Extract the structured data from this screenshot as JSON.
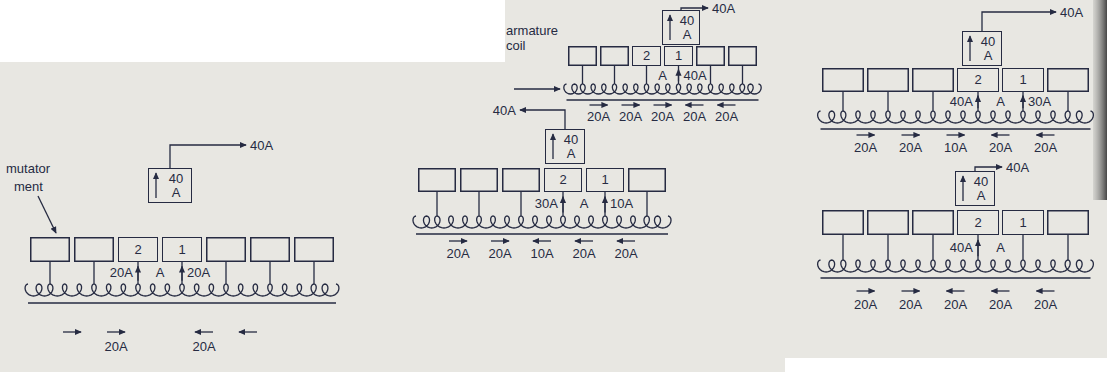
{
  "diagram": {
    "nodes": [
      {
        "text": [
          "40 A"
        ]
      },
      {
        "text": [
          "2"
        ]
      },
      {
        "text": [
          "1"
        ]
      },
      {
        "text": [
          "40 A"
        ]
      },
      {
        "text": [
          "2"
        ]
      },
      {
        "text": [
          "1"
        ]
      },
      {
        "text": [
          "40 A"
        ]
      },
      {
        "text": [
          "2"
        ]
      },
      {
        "text": [
          "1"
        ]
      },
      {
        "text": [
          "40 A"
        ]
      },
      {
        "text": [
          "2"
        ]
      },
      {
        "text": [
          "1"
        ]
      },
      {
        "text": [
          "40 A"
        ]
      },
      {
        "text": [
          "2"
        ]
      },
      {
        "text": [
          "1"
        ]
      }
    ],
    "labels": [
      "mutator",
      "ment",
      "40A",
      "20A",
      "A",
      "20A",
      "20A",
      "20A",
      "armature coil",
      "40A",
      "A",
      "40A",
      "20A",
      "20A",
      "20A",
      "20A",
      "20A",
      "40A",
      "30A",
      "A",
      "10A",
      "20A",
      "20A",
      "10A",
      "20A",
      "20A",
      "40A",
      "40A",
      "A",
      "30A",
      "20A",
      "20A",
      "10A",
      "20A",
      "20A",
      "40A",
      "40A",
      "A",
      "20A",
      "20A",
      "20A",
      "20A",
      "20A"
    ]
  }
}
